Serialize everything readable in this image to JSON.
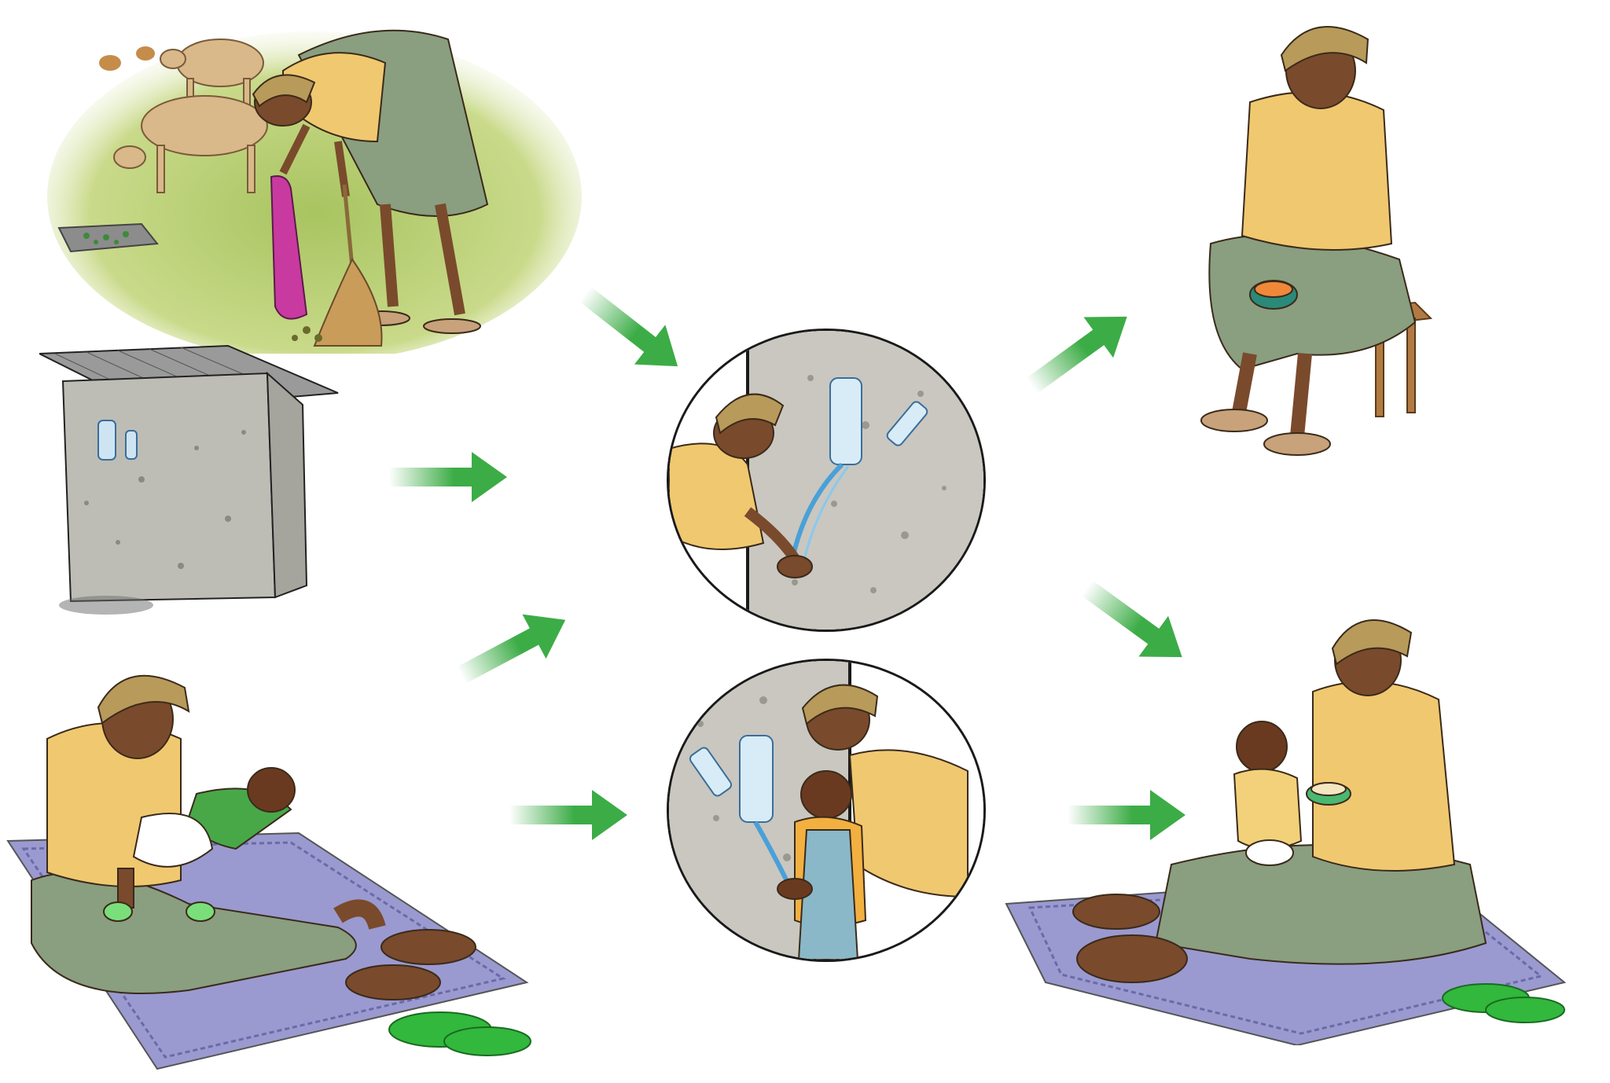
{
  "scenes": [
    {
      "id": "yard",
      "icon": "woman-sweeping-animal-dung-icon"
    },
    {
      "id": "latrine",
      "icon": "latrine-with-tippy-tap-icon"
    },
    {
      "id": "diaper",
      "icon": "mother-changing-baby-icon"
    },
    {
      "id": "wash-mom",
      "icon": "mother-washing-hands-icon"
    },
    {
      "id": "wash-kid",
      "icon": "child-washing-hands-icon"
    },
    {
      "id": "eat",
      "icon": "mother-eating-icon"
    },
    {
      "id": "feed",
      "icon": "mother-feeding-child-icon"
    }
  ],
  "colors": {
    "arrow": "#3cac46",
    "skin": "#7a4a2c",
    "blouse": "#f0c870",
    "skirt": "#8a9e80",
    "headscarf": "#b89a5a",
    "wall": "#c9c7c0",
    "grass": "#b9cf6e",
    "mat": "#9a9ad0",
    "slipper": "#32b83c"
  }
}
